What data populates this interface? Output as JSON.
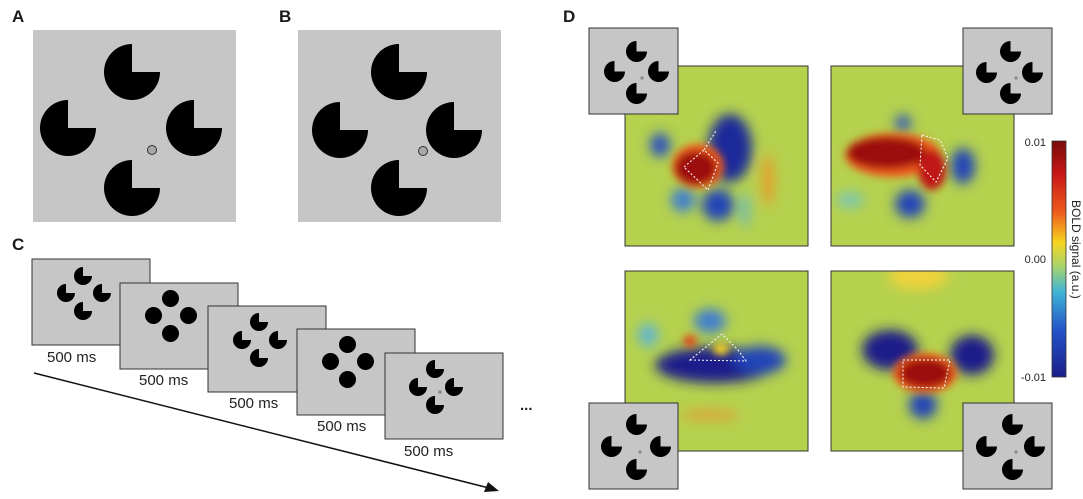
{
  "panels": {
    "A": "A",
    "B": "B",
    "C": "C",
    "D": "D"
  },
  "sequence": {
    "durations": [
      "500 ms",
      "500 ms",
      "500 ms",
      "500 ms",
      "500 ms"
    ],
    "ellipsis": "..."
  },
  "colorbar": {
    "title": "BOLD signal (a.u.)",
    "ticks": [
      "0.01",
      "0.00",
      "-0.01"
    ]
  },
  "colors": {
    "stimulus_bg": "#c6c6c6",
    "inducer": "#000000",
    "fixation": "#808080"
  }
}
